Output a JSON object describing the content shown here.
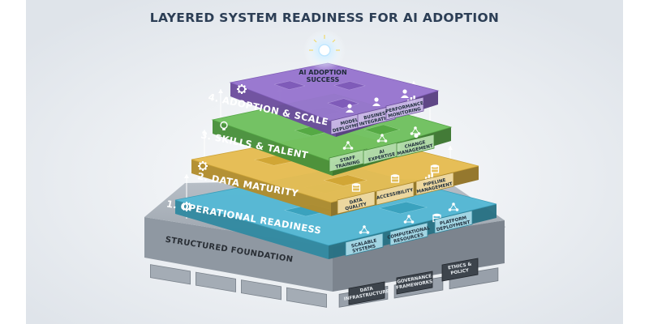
{
  "title": "LAYERED SYSTEM READINESS FOR AI ADOPTION",
  "peak": {
    "line1": "AI ADOPTION",
    "line2": "SUCCESS"
  },
  "layers": [
    {
      "name": "1. OPERATIONAL READINESS",
      "color": "#3fb0cf",
      "modules": [
        {
          "lines": [
            "SCALABLE",
            "SYSTEMS"
          ]
        },
        {
          "lines": [
            "COMPUTATIONAL",
            "RESOURCES"
          ]
        },
        {
          "lines": [
            "PLATFORM",
            "DEPLOYMENT"
          ]
        }
      ]
    },
    {
      "name": "2. DATA MATURITY",
      "color": "#e3b43a",
      "modules": [
        {
          "lines": [
            "DATA",
            "QUALITY"
          ]
        },
        {
          "lines": [
            "ACCESSIBILITY"
          ]
        },
        {
          "lines": [
            "PIPELINE",
            "MANAGEMENT"
          ]
        }
      ]
    },
    {
      "name": "3. SKILLS & TALENT",
      "color": "#5cb84a",
      "modules": [
        {
          "lines": [
            "STAFF",
            "TRAINING"
          ]
        },
        {
          "lines": [
            "AI",
            "EXPERTISE"
          ]
        },
        {
          "lines": [
            "CHANGE",
            "MANAGEMENT"
          ]
        }
      ]
    },
    {
      "name": "4. ADOPTION & SCALE",
      "color": "#8a63c9",
      "modules": [
        {
          "lines": [
            "MODEL",
            "DEPLOYMENT"
          ]
        },
        {
          "lines": [
            "BUSINESS",
            "INTEGRATION"
          ]
        },
        {
          "lines": [
            "PERFORMANCE",
            "MONITORING"
          ]
        }
      ]
    }
  ],
  "foundation": {
    "label": "STRUCTURED FOUNDATION",
    "pillars": [
      {
        "lines": [
          "DATA",
          "INFRASTRUCTURE"
        ]
      },
      {
        "lines": [
          "GOVERNANCE",
          "FRAMEWORKS"
        ]
      },
      {
        "lines": [
          "ETHICS &",
          "POLICY"
        ]
      }
    ]
  },
  "icons": [
    "gear-icon",
    "bar-chart-icon",
    "user-icon",
    "lightbulb-icon",
    "database-icon",
    "network-icon"
  ]
}
